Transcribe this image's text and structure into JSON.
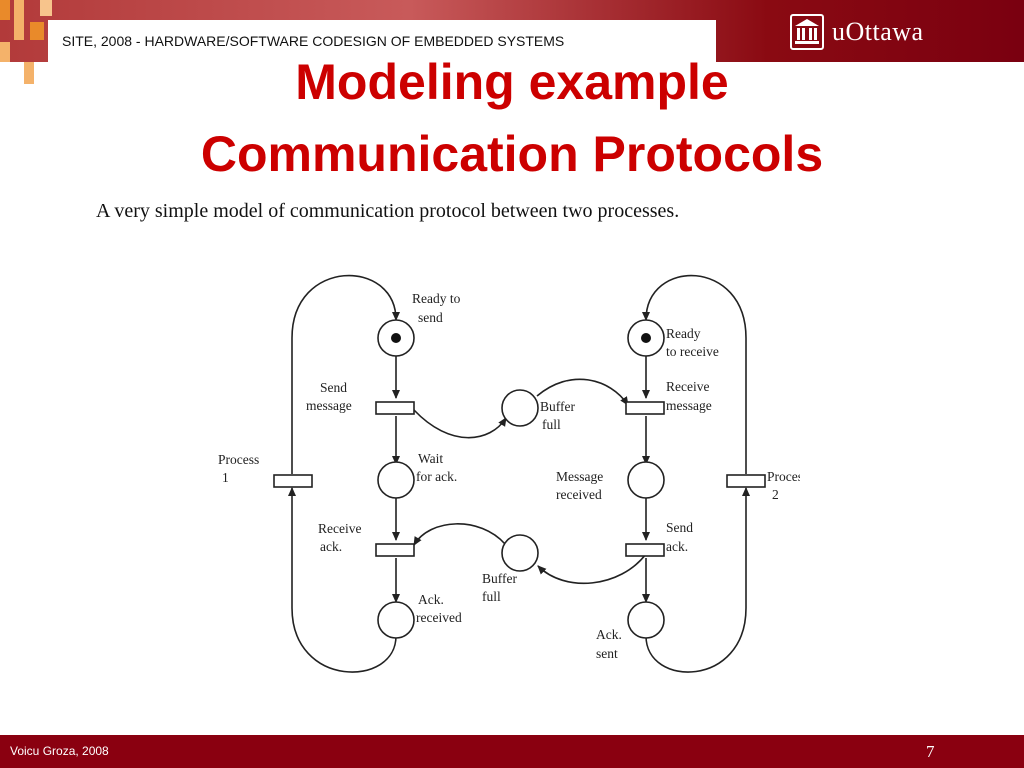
{
  "header": {
    "course": "SITE, 2008 - HARDWARE/SOFTWARE CODESIGN OF EMBEDDED SYSTEMS",
    "logo_text": "uOttawa"
  },
  "slide": {
    "title_line1": "Modeling example",
    "title_line2": "Communication Protocols",
    "subtitle": "A very simple model of communication protocol between two processes."
  },
  "diagram": {
    "labels": {
      "ready_to_send_1": "Ready to",
      "ready_to_send_2": "send",
      "send_message_1": "Send",
      "send_message_2": "message",
      "wait_ack_1": "Wait",
      "wait_ack_2": "for ack.",
      "process1_1": "Process",
      "process1_2": "1",
      "receive_ack_1": "Receive",
      "receive_ack_2": "ack.",
      "ack_received_1": "Ack.",
      "ack_received_2": "received",
      "buffer_top_1": "Buffer",
      "buffer_top_2": "full",
      "buffer_bottom_1": "Buffer",
      "buffer_bottom_2": "full",
      "ready_to_receive_1": "Ready",
      "ready_to_receive_2": "to receive",
      "receive_message_1": "Receive",
      "receive_message_2": "message",
      "message_received_1": "Message",
      "message_received_2": "received",
      "process2_1": "Process",
      "process2_2": "2",
      "send_ack_1": "Send",
      "send_ack_2": "ack.",
      "ack_sent_1": "Ack.",
      "ack_sent_2": "sent"
    }
  },
  "footer": {
    "author": "Voicu Groza, 2008",
    "page": "7"
  }
}
